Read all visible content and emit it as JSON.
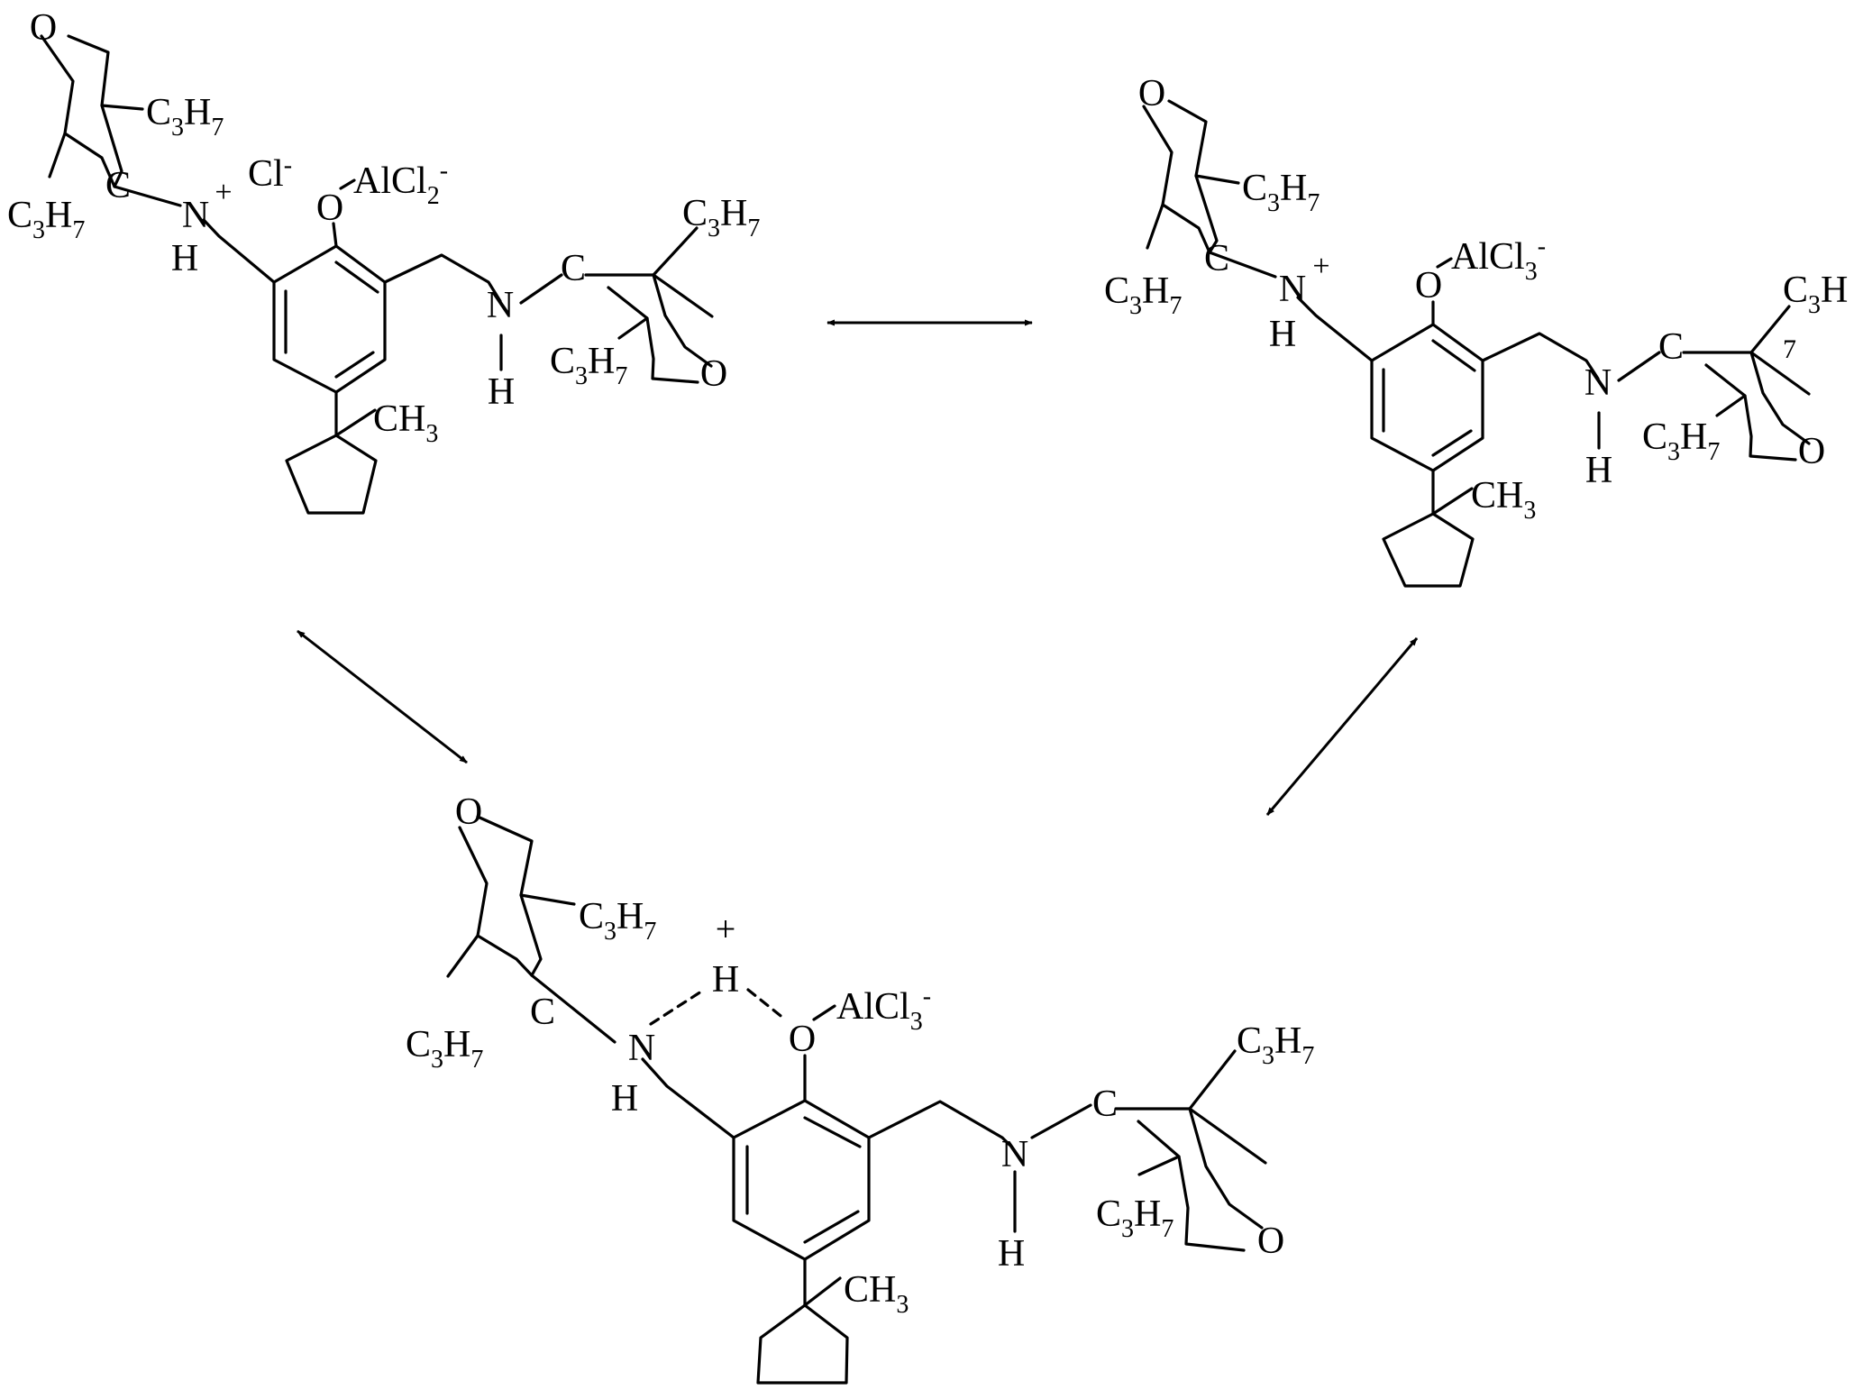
{
  "structures": [
    {
      "id": "a",
      "labels": {
        "ring_o_top": "O",
        "ring_o_right": "O",
        "c_left": "C",
        "c_right": "C",
        "n_left": "N",
        "n_left_charge": "+",
        "h_left": "H",
        "n_right": "N",
        "h_right": "H",
        "phenol_o": "O",
        "counter_ion": "Cl",
        "counter_ion_charge": "-",
        "lewis_acid_base": "AlCl",
        "lewis_acid_sub": "2",
        "lewis_acid_charge": "-",
        "methyl": "CH",
        "methyl_sub": "3",
        "propyl_1": "C3H7",
        "propyl_2": "C3H7",
        "propyl_3": "C3H7",
        "propyl_4": "C3H7"
      }
    },
    {
      "id": "b",
      "labels": {
        "ring_o_top": "O",
        "ring_o_right": "O",
        "c_left": "C",
        "c_right": "C",
        "n_left": "N",
        "n_left_charge": "+",
        "h_left": "H",
        "n_right": "N",
        "h_right": "H",
        "phenol_o": "O",
        "lewis_acid_base": "AlCl",
        "lewis_acid_sub": "3",
        "lewis_acid_charge": "-",
        "methyl": "CH",
        "methyl_sub": "3",
        "propyl_1": "C3H7",
        "propyl_2": "C3H7",
        "propyl_3_part1": "C",
        "propyl_3_part2": "3",
        "propyl_3_part3": "H",
        "propyl_3_part4": "7",
        "propyl_4": "C3H7"
      }
    },
    {
      "id": "c",
      "labels": {
        "ring_o_top": "O",
        "ring_o_right": "O",
        "c_left": "C",
        "c_right": "C",
        "n_left": "N",
        "h_left": "H",
        "bridging_h": "H",
        "bridging_h_charge": "+",
        "n_right": "N",
        "h_right": "H",
        "phenol_o": "O",
        "lewis_acid_base": "AlCl",
        "lewis_acid_sub": "3",
        "lewis_acid_charge": "-",
        "methyl": "CH",
        "methyl_sub": "3",
        "propyl_1": "C3H7",
        "propyl_2": "C3H7",
        "propyl_3": "C3H7",
        "propyl_4": "C3H7"
      }
    }
  ],
  "equilibrium_arrows": [
    {
      "from": "a",
      "to": "b"
    },
    {
      "from": "a",
      "to": "c"
    },
    {
      "from": "b",
      "to": "c"
    }
  ]
}
